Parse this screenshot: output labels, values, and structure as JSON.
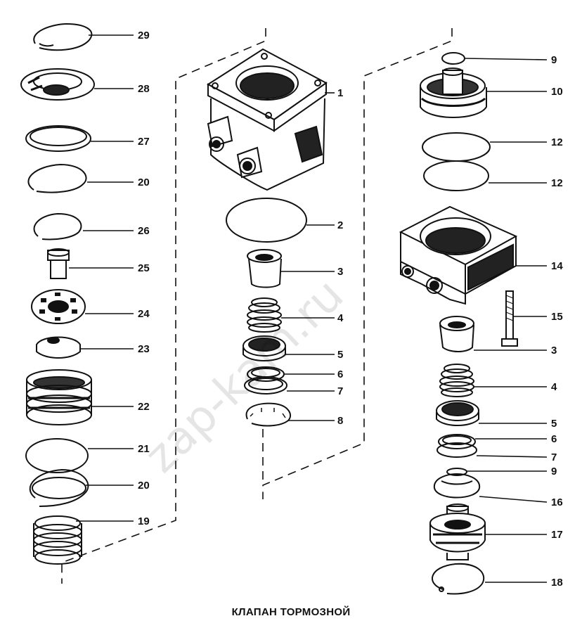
{
  "diagram": {
    "caption": "КЛАПАН ТОРМОЗНОЙ",
    "watermark": "zap-kam.ru",
    "labels": [
      "29",
      "28",
      "27",
      "20",
      "26",
      "25",
      "24",
      "23",
      "22",
      "21",
      "20",
      "19",
      "1",
      "2",
      "3",
      "4",
      "5",
      "6",
      "7",
      "8",
      "9",
      "10",
      "12",
      "12",
      "14",
      "15",
      "3",
      "4",
      "5",
      "6",
      "7",
      "9",
      "16",
      "17",
      "18"
    ]
  }
}
